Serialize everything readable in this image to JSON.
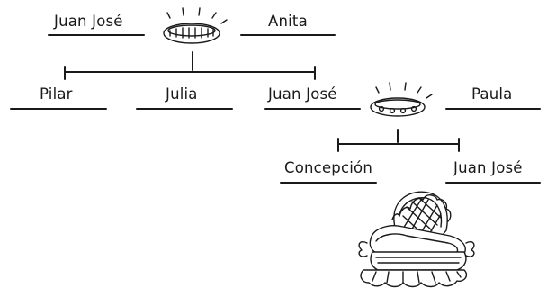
{
  "generation_1": {
    "partner_left": "Juan José",
    "partner_right": "Anita"
  },
  "generation_2": {
    "children": [
      "Pilar",
      "Julia",
      "Juan José"
    ],
    "spouse": "Paula"
  },
  "generation_3": {
    "children": [
      "Concepción",
      "Juan José"
    ]
  },
  "icons": [
    "wedding-ring-icon",
    "wedding-ring-icon",
    "baby-cradle-icon"
  ]
}
